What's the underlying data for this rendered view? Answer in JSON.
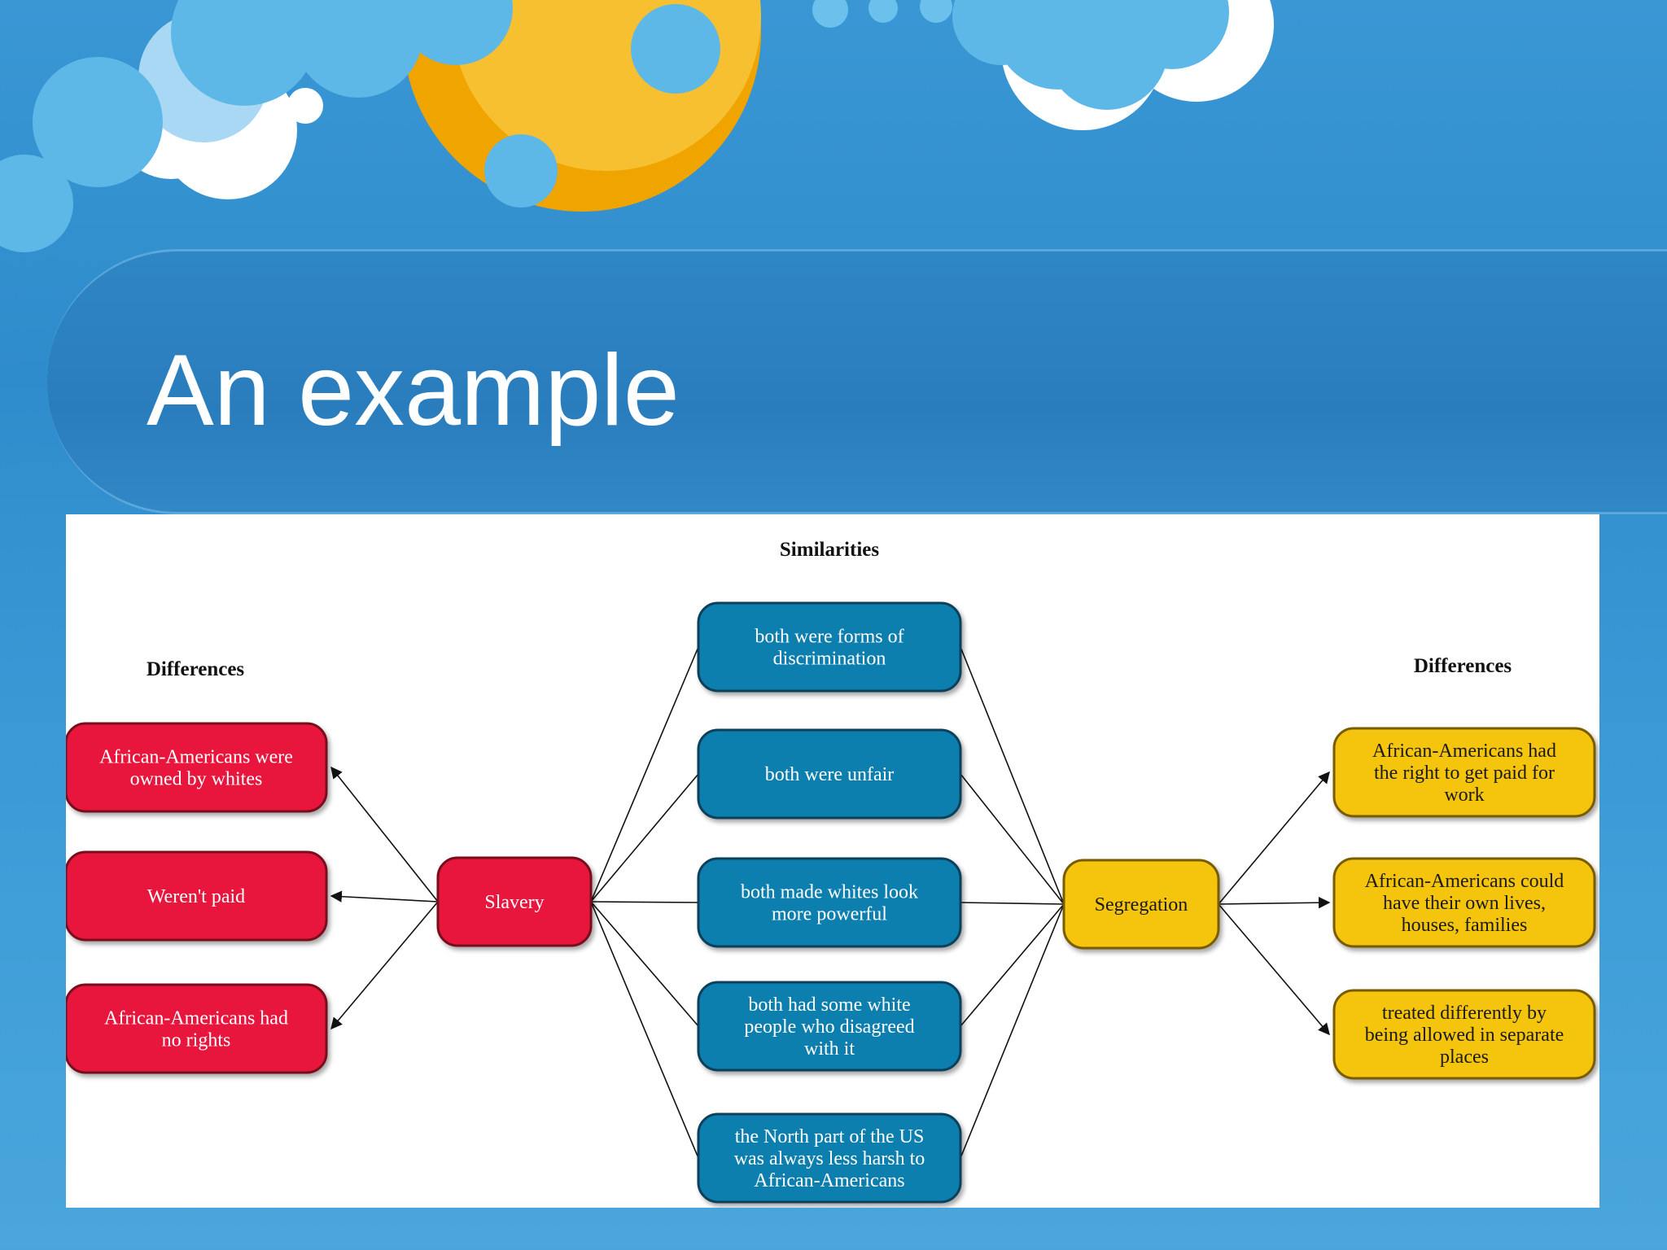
{
  "slide": {
    "title": "An example"
  },
  "diagram": {
    "headers": {
      "similarities": "Similarities",
      "differences_left": "Differences",
      "differences_right": "Differences"
    },
    "colors": {
      "slavery": "#e8183c",
      "similarity": "#0f7fae",
      "segregation": "#f5c40a",
      "edge": "#111111"
    },
    "nodes": {
      "slavery": [
        "Slavery"
      ],
      "segregation": [
        "Segregation"
      ],
      "left": [
        [
          "African-Americans were",
          "owned by whites"
        ],
        [
          "Weren't paid"
        ],
        [
          "African-Americans had",
          "no rights"
        ]
      ],
      "center": [
        [
          "both were forms of",
          "discrimination"
        ],
        [
          "both were unfair"
        ],
        [
          "both made whites look",
          "more powerful"
        ],
        [
          "both had some white",
          "people who disagreed",
          "with it"
        ],
        [
          "the North part of the US",
          "was always less harsh to",
          "African-Americans"
        ]
      ],
      "right": [
        [
          "African-Americans had",
          "the right to get paid for",
          "work"
        ],
        [
          "African-Americans could",
          "have their own lives,",
          "houses, families"
        ],
        [
          "treated differently by",
          "being allowed in separate",
          "places"
        ]
      ]
    }
  }
}
